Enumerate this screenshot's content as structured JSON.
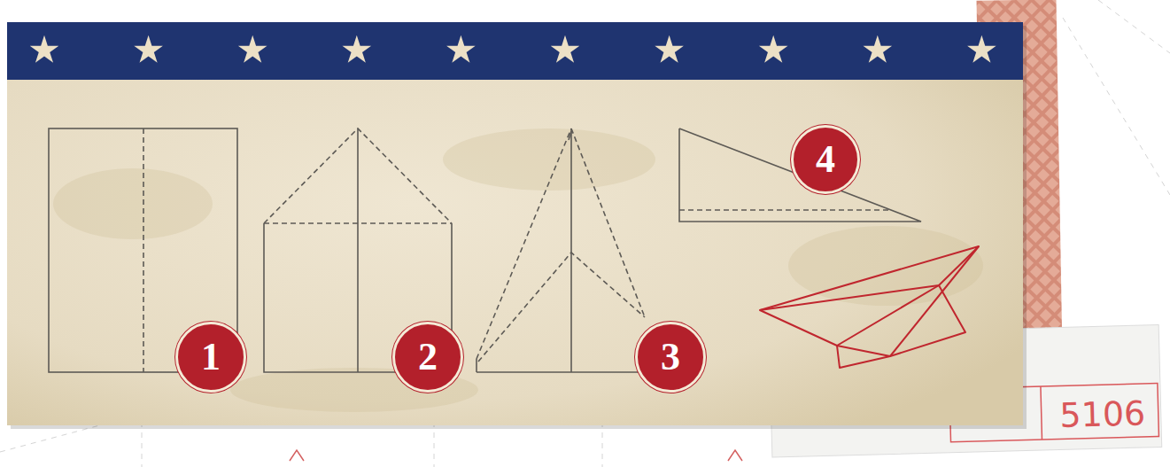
{
  "diagram": {
    "nodes": [
      {
        "text": [
          "1"
        ]
      },
      {
        "text": [
          "2"
        ]
      },
      {
        "text": [
          "3"
        ]
      },
      {
        "text": [
          "4"
        ]
      }
    ],
    "labels": [
      "5106"
    ]
  }
}
